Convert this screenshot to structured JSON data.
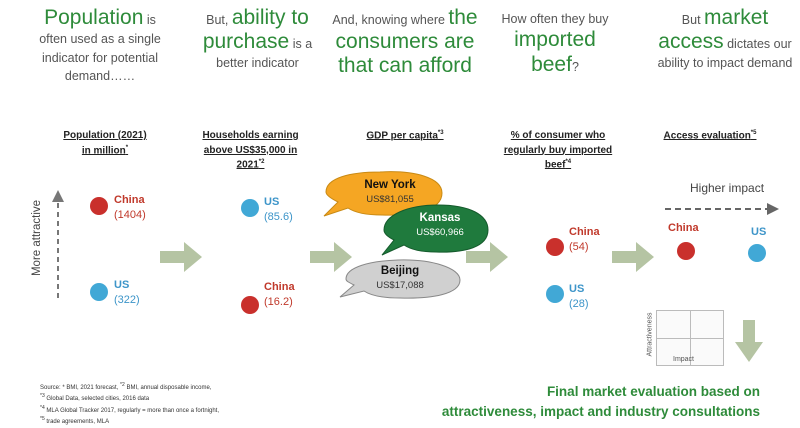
{
  "headers": [
    {
      "big": "Population",
      "rest": " is often used as a single indicator for potential demand……"
    },
    {
      "lead": "But, ",
      "big": "ability to purchase",
      "rest": " is a better indicator"
    },
    {
      "lead": "And, knowing where ",
      "big": "the consumers are that can afford"
    },
    {
      "lead": "How often they buy ",
      "big": "imported beef",
      "tail": "?"
    },
    {
      "lead": "But ",
      "big": "market access",
      "rest": " dictates our ability to impact demand"
    }
  ],
  "columns": {
    "c1": {
      "line1": "Population (2021)",
      "line2": "in million",
      "sup": "*"
    },
    "c2": {
      "line1": "Households earning",
      "line2": "above US$35,000 in",
      "line3": "2021",
      "sup": "*2"
    },
    "c3": {
      "line1": "GDP per capita",
      "sup": "*3"
    },
    "c4": {
      "line1": "% of consumer who",
      "line2": "regularly buy imported",
      "line3": "beef",
      "sup": "*4"
    },
    "c5": {
      "line1": "Access evaluation",
      "sup": "*5"
    }
  },
  "y_axis_label": "More attractive",
  "population": {
    "china": {
      "name": "China",
      "value": "(1404)"
    },
    "us": {
      "name": "US",
      "value": "(322)"
    }
  },
  "households": {
    "us": {
      "name": "US",
      "value": "(85.6)"
    },
    "china": {
      "name": "China",
      "value": "(16.2)"
    }
  },
  "gdp": {
    "new_york": {
      "city": "New York",
      "value": "US$81,055",
      "color": "#f5a623"
    },
    "kansas": {
      "city": "Kansas",
      "value": "US$60,966",
      "color": "#1f7a3d"
    },
    "beijing": {
      "city": "Beijing",
      "value": "US$17,088",
      "color": "#cfcfcf"
    }
  },
  "imported_beef": {
    "china": {
      "name": "China",
      "value": "(54)"
    },
    "us": {
      "name": "US",
      "value": "(28)"
    }
  },
  "access": {
    "higher_impact": "Higher impact",
    "china": "China",
    "us": "US"
  },
  "matrix": {
    "y_label": "Attractiveness",
    "x_label": "Impact"
  },
  "source_lines": [
    {
      "sup": "",
      "text": "Source: * BMI, 2021 forecast, "
    },
    {
      "sup": "*3",
      "text": " Global Data,  selected  cities, 2016 data"
    },
    {
      "sup": "*4",
      "text": " MLA Global Tracker  2017, regularly = more than  once a fortnight,"
    },
    {
      "sup": "*5",
      "text": "  trade agreements,  MLA"
    }
  ],
  "source_line1_extra": {
    "sup": "*2",
    "text": " BMI, annual disposable income,"
  },
  "final": {
    "line1": "Final market evaluation based on",
    "line2": "attractiveness, impact and industry consultations"
  },
  "colors": {
    "green": "#2e8b3a",
    "red": "#c9302c",
    "blue": "#41a8d6",
    "arrow": "#b5c4a3"
  }
}
